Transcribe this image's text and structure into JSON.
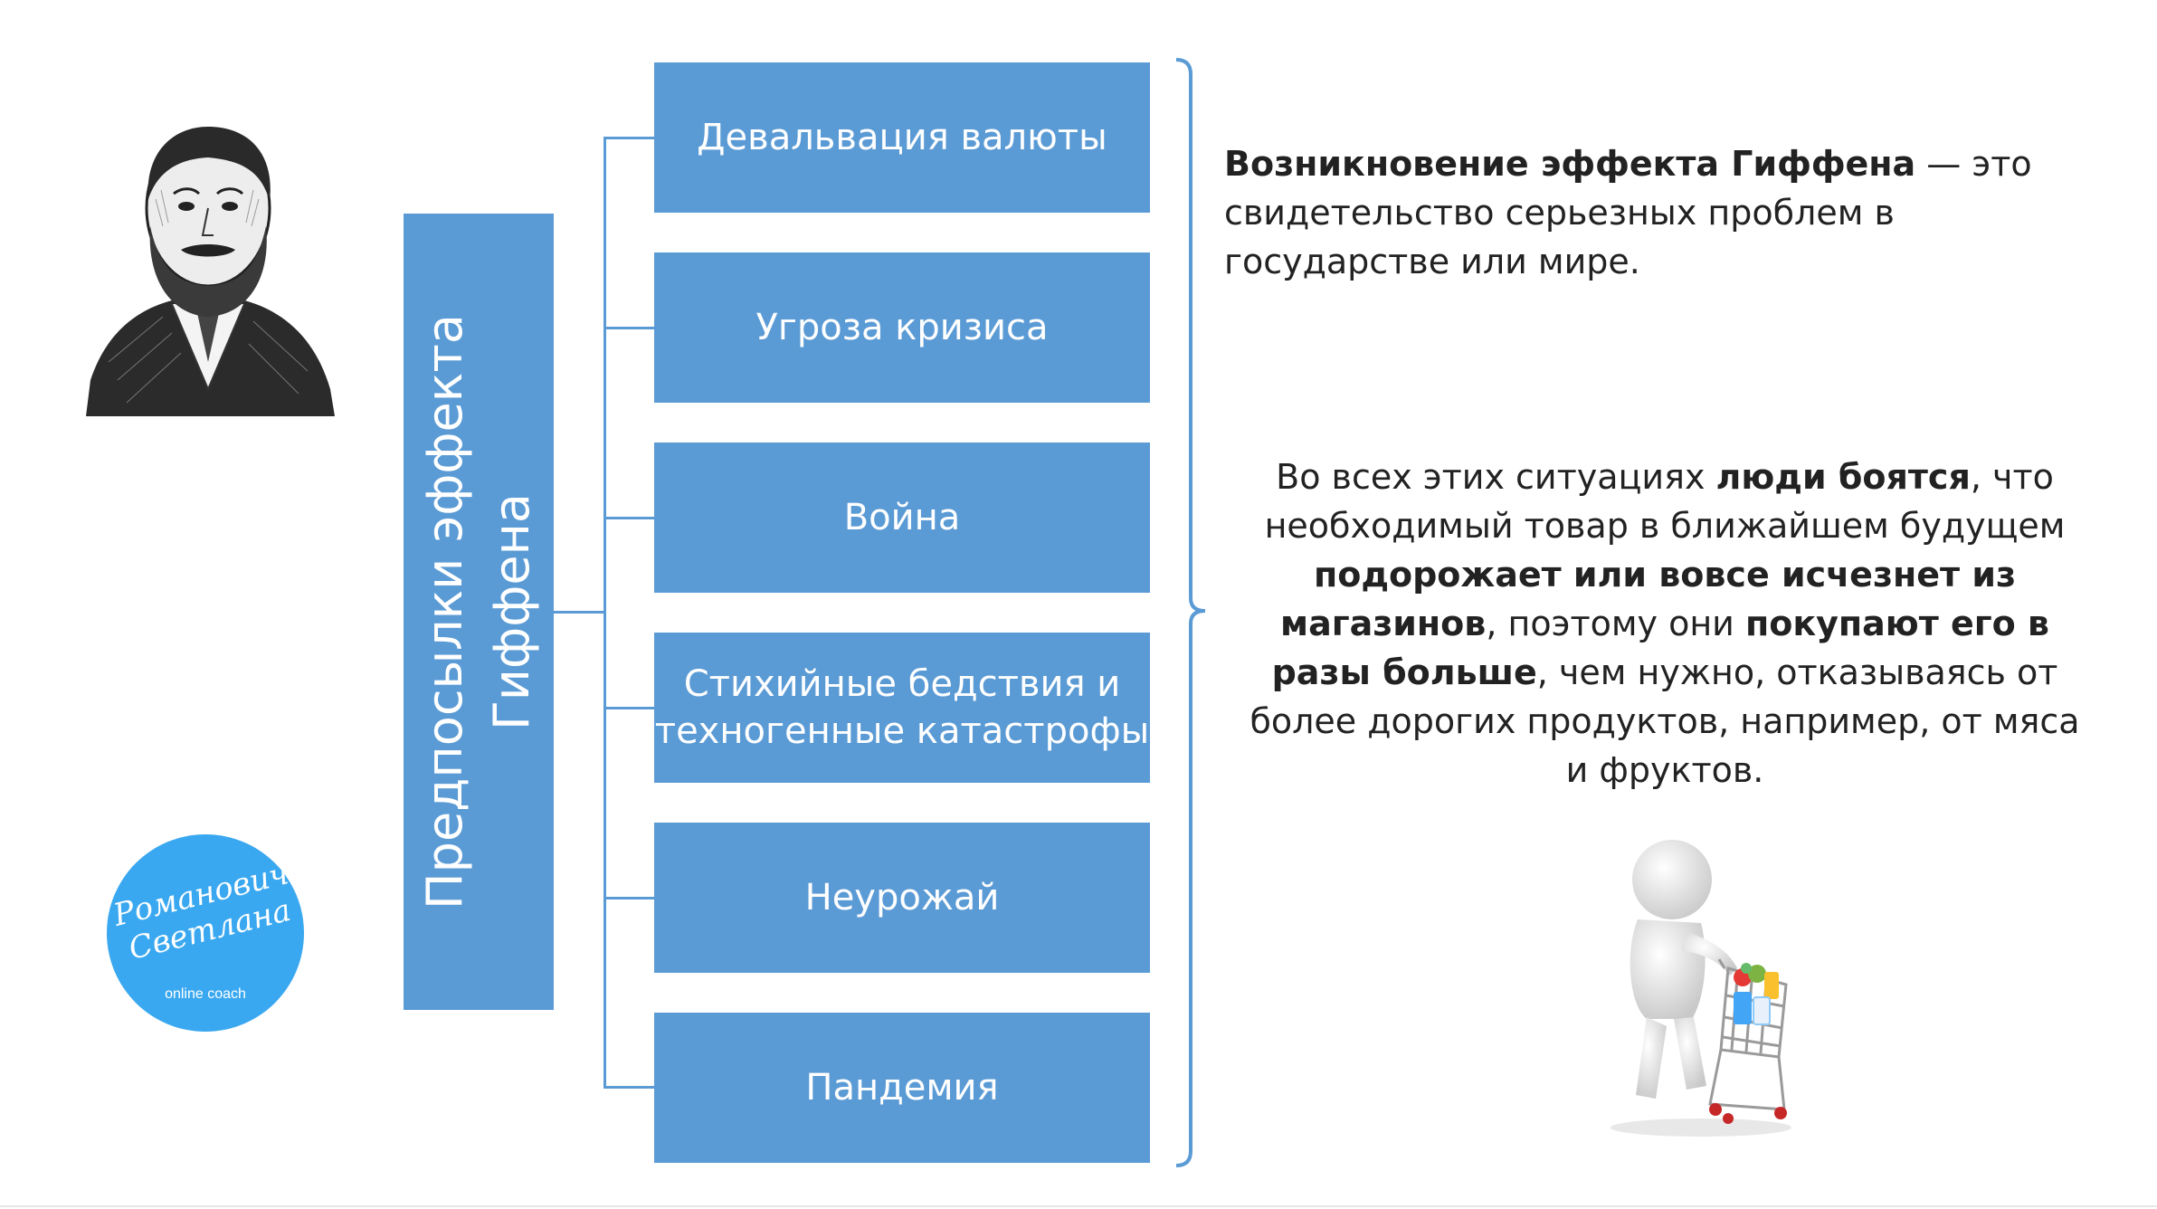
{
  "title": {
    "line1": "Предпосылки эффекта",
    "line2": "Гиффена"
  },
  "items": [
    {
      "label": "Девальвация валюты"
    },
    {
      "label": "Угроза кризиса"
    },
    {
      "label": "Война"
    },
    {
      "label_line1": "Стихийные бедствия и",
      "label_line2": "техногенные катастрофы"
    },
    {
      "label": "Неурожай"
    },
    {
      "label": "Пандемия"
    }
  ],
  "text_top": {
    "bold": "Возникновение эффекта Гиффена",
    "rest": " — это свидетельство серьезных проблем в государстве или мире."
  },
  "text_main": {
    "p1": "Во всех этих ситуациях ",
    "b1": "люди боятся",
    "p2": ", что необходимый товар в ближайшем будущем ",
    "b2": "подорожает или вовсе исчезнет из магазинов",
    "p3": ", поэтому они ",
    "b3": "покупают его в разы больше",
    "p4": ", чем нужно, отказываясь от более дорогих продуктов, например, от мяса и фруктов."
  },
  "logo": {
    "script_line1": "Романович",
    "script_line2": "Светлана",
    "sub": "online coach"
  },
  "colors": {
    "box": "#5b9bd5",
    "logo": "#3aa8f0",
    "text": "#222222"
  }
}
